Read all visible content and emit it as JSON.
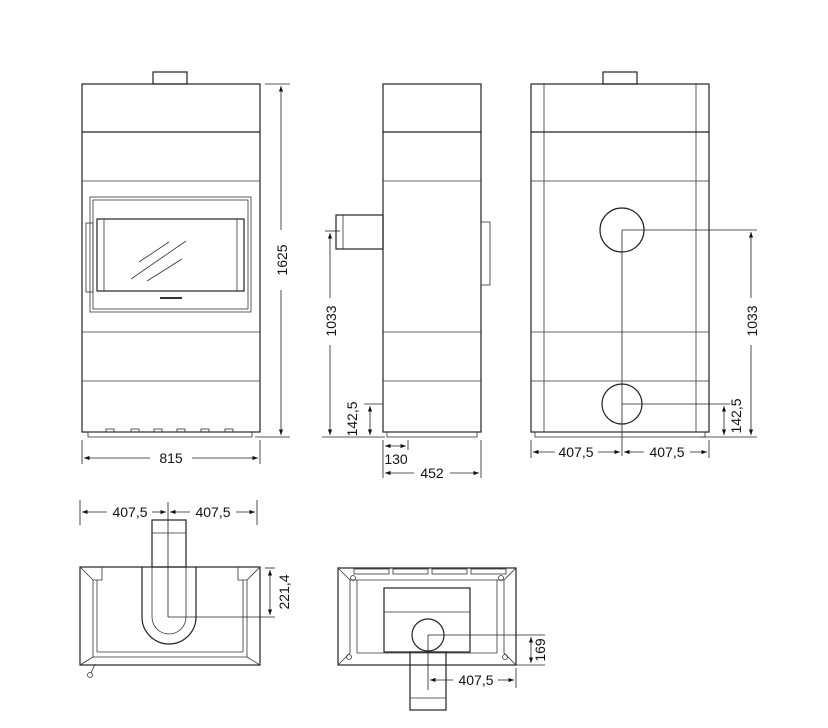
{
  "front_view": {
    "height": "1625",
    "width": "815"
  },
  "side_view": {
    "flue_height": "1033",
    "air_inlet_height": "142,5",
    "flue_offset": "130",
    "depth": "452"
  },
  "back_view": {
    "flue_height": "1033",
    "air_inlet_height": "142,5",
    "left_half": "407,5",
    "right_half": "407,5"
  },
  "top_view": {
    "left_half": "407,5",
    "right_half": "407,5",
    "flue_depth": "221,4"
  },
  "bottom_view": {
    "inlet_depth": "169",
    "inlet_offset": "407,5"
  }
}
